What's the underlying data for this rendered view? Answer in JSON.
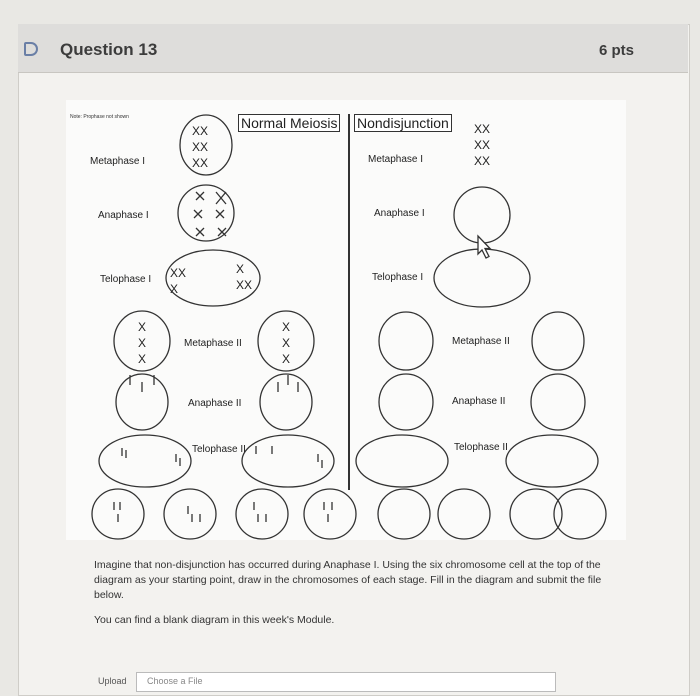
{
  "question": {
    "title": "Question 13",
    "points": "6 pts"
  },
  "diagram": {
    "note": "Note: Prophase not shown",
    "normal_meiosis": "Normal Meiosis",
    "nondisjunction": "Nondisjunction",
    "metaphase_1": "Metaphase I",
    "anaphase_1": "Anaphase I",
    "telophase_1": "Telophase I",
    "metaphase_2": "Metaphase II",
    "anaphase_2": "Anaphase II",
    "telophase_2": "Telophase II",
    "chrom_xx": "XX",
    "chrom_x": "X"
  },
  "instructions": {
    "paragraph1": "Imagine that non-disjunction has occurred during Anaphase I. Using the six chromosome cell at the top of the diagram as your starting point, draw in the chromosomes of each stage. Fill in the diagram and submit the file below.",
    "paragraph2": "You can find a blank diagram in this week's Module."
  },
  "upload": {
    "label": "Upload",
    "button": "Choose a File"
  }
}
